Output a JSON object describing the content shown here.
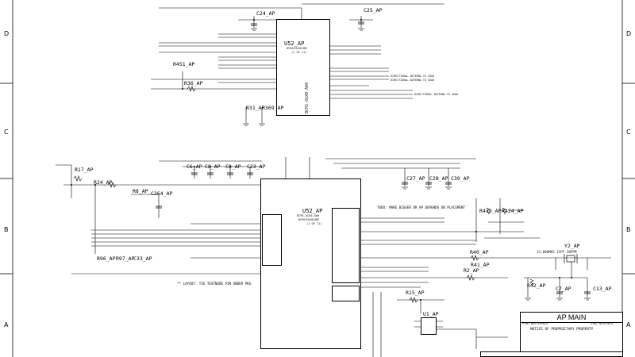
{
  "zones": {
    "left": [
      "D",
      "C",
      "B",
      "A"
    ]
  },
  "chips": {
    "u52_top": {
      "ref": "U52_AP",
      "part": "BCM4334XKUBG",
      "unit": "(1 OF 11)",
      "vertical": "BCM2-OXX0-A00"
    },
    "u52_bottom": {
      "ref": "U52_AP",
      "part": "BCM4334XKUBG",
      "vertical": "BCM2-OXX0-A00",
      "unit": "(1 OF 11)"
    },
    "u1": {
      "ref": "U1_AP"
    }
  },
  "components": {
    "C24": "C24_AP",
    "C25": "C25_AP",
    "R451": "R451_AP",
    "R36": "R36_AP",
    "R31": "R31_AP",
    "R369": "R369_AP",
    "R17": "R17_AP",
    "R24": "R24_AP",
    "R8": "R8_AP",
    "C264": "C264_AP",
    "C6": "C6_AP",
    "C8": "C8_AP",
    "C9": "C9_AP",
    "C23": "C23_AP",
    "C27": "C27_AP",
    "C28": "C28_AP",
    "C30": "C30_AP",
    "R419": "R419_AP",
    "R424": "R424_AP",
    "R40": "R40_AP",
    "Y2": "Y2_AP",
    "R96": "R96_AP",
    "R97": "R97_AP",
    "C33": "C33_AP",
    "R2": "R2_AP",
    "R41": "R41_AP",
    "R42": "R42_AP",
    "C7": "C7_AP",
    "C13": "C13_AP",
    "R15": "R15_AP"
  },
  "crystal_freq": "24.000MHZ-15PF-30PPM",
  "notes": {
    "todo": "TODO: MAKE BIGGER OR AP DEPENDS ON PLACEMENT",
    "layout": "** LAYOUT: TIE TESTNODE PIN UNDER PKG",
    "antenna1": "DIRECTIONAL ANTENNA TO SOAD",
    "antenna2": "DIRECTIONAL ANTENNA TO SOAD",
    "antenna3": "DIRECTIONAL ANTENNA TO SOAD"
  },
  "title_block": {
    "title": "AP MAIN",
    "notice": "NOTICE OF PROPRIETARY PROPERTY",
    "sync": "SYNC_MASTER=N/A",
    "sync_date": "SYNC_DATE=N/A"
  },
  "colors": {
    "line": "#000000",
    "sheet": "#ffffff"
  }
}
